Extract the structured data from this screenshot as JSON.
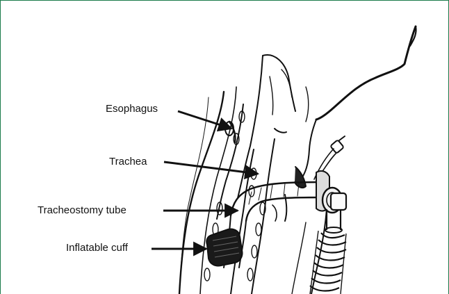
{
  "labels": {
    "esophagus": "Esophagus",
    "trachea": "Trachea",
    "tracheostomy_tube": "Tracheostomy tube",
    "inflatable_cuff": "Inflatable cuff"
  },
  "colors": {
    "frame_border": "#1a7a4a",
    "ink": "#111111"
  }
}
